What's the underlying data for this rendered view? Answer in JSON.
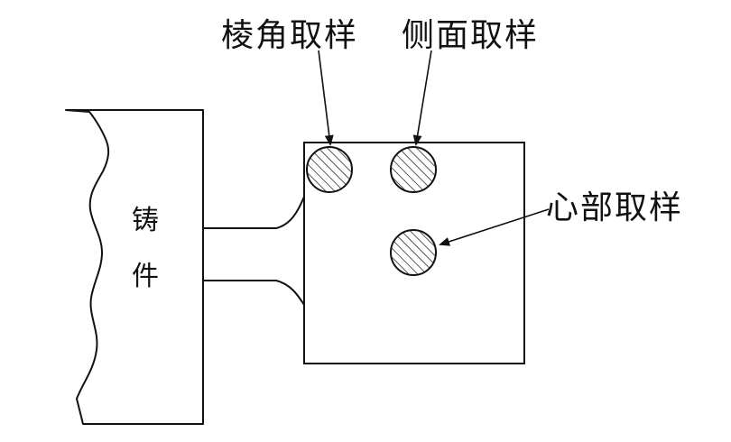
{
  "diagram": {
    "casting_label_1": "铸",
    "casting_label_2": "件",
    "corner_sample_label": "棱角取样",
    "side_sample_label": "侧面取样",
    "core_sample_label": "心部取样",
    "colors": {
      "line": "#111111",
      "background": "#ffffff",
      "hatch": "#111111"
    }
  }
}
